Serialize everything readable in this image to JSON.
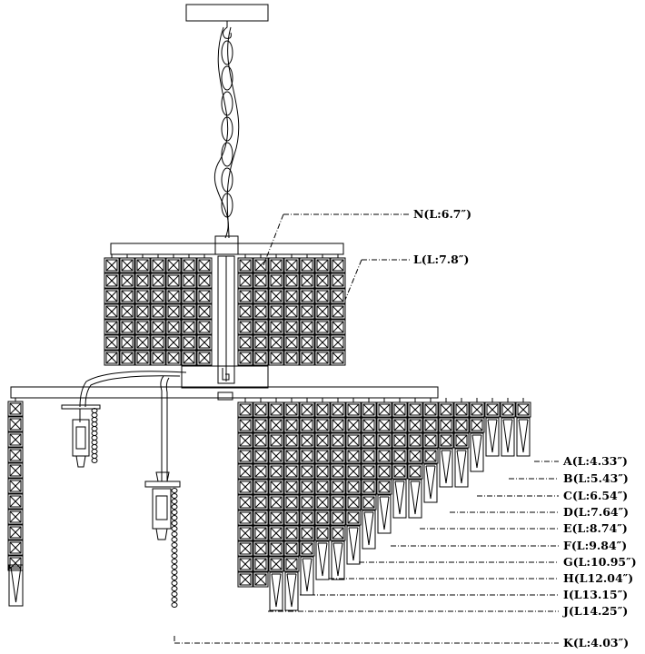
{
  "diagram": {
    "callouts": [
      {
        "id": "N",
        "text": "N(L:6.7″)"
      },
      {
        "id": "L",
        "text": "L(L:7.8″)"
      },
      {
        "id": "A",
        "text": "A(L:4.33″)"
      },
      {
        "id": "B",
        "text": "B(L:5.43″)"
      },
      {
        "id": "C",
        "text": "C(L:6.54″)"
      },
      {
        "id": "D",
        "text": "D(L:7.64″)"
      },
      {
        "id": "E",
        "text": "E(L:8.74″)"
      },
      {
        "id": "F",
        "text": "F(L:9.84″)"
      },
      {
        "id": "G",
        "text": "G(L:10.95″)"
      },
      {
        "id": "H",
        "text": "H(L12.04″)"
      },
      {
        "id": "I",
        "text": "I(L13.15″)"
      },
      {
        "id": "J",
        "text": "J(L14.25″)"
      },
      {
        "id": "K",
        "text": "K(L:4.03″)"
      }
    ]
  }
}
